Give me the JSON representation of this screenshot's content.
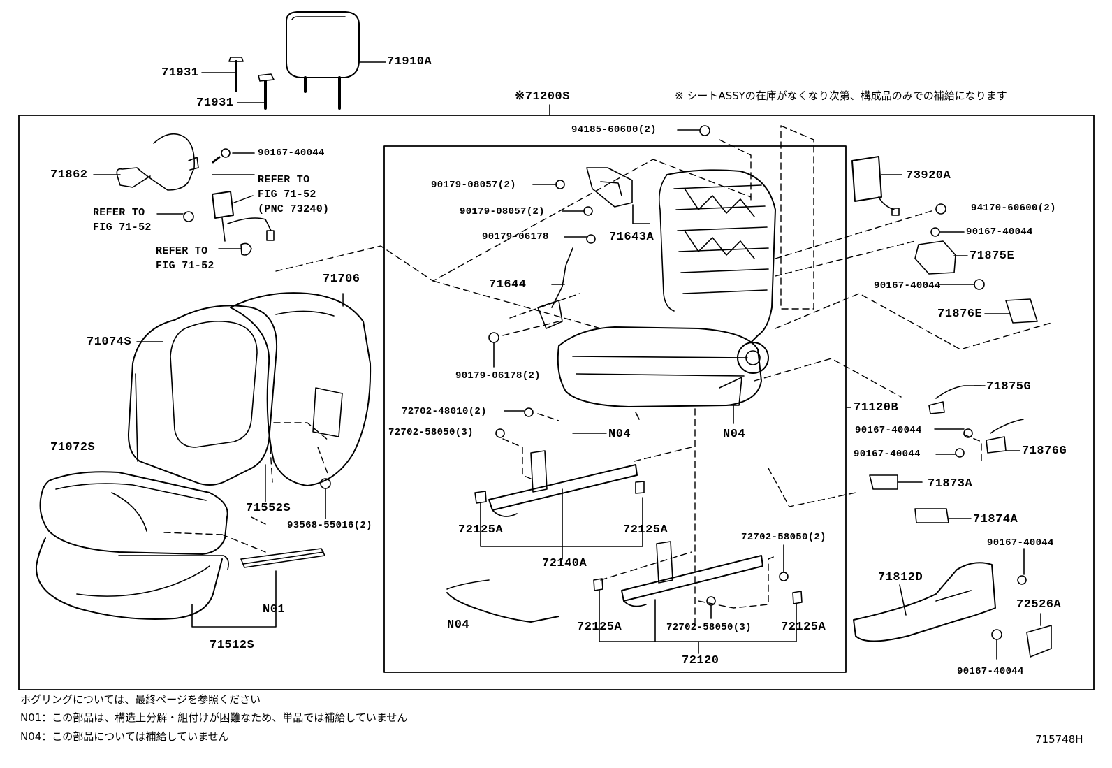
{
  "header": {
    "assembly": "※71200S",
    "supply_note": "※ シートASSYの在庫がなくなり次第、構成品のみでの補給になります"
  },
  "footer": {
    "note_hog": "ホグリングについては、最終ページを参照ください",
    "note_n01": "N01：この部品は、構造上分解・組付けが困難なため、単品では補給していません",
    "note_n04": "N04：この部品については補給していません",
    "figure_code": "715748H"
  },
  "labels": {
    "p71931a": "71931",
    "p71931b": "71931",
    "p71910A": "71910A",
    "p94185": "94185-60600(2)",
    "p71862": "71862",
    "p90167a": "90167-40044",
    "ref1_l1": "REFER TO",
    "ref1_l2": "FIG 71-52",
    "ref1_l3": "(PNC 73240)",
    "ref2_l1": "REFER TO",
    "ref2_l2": "FIG 71-52",
    "ref3_l1": "REFER TO",
    "ref3_l2": "FIG 71-52",
    "p90179_08057a": "90179-08057(2)",
    "p90179_08057b": "90179-08057(2)",
    "p90179_06178a": "90179-06178",
    "p71643A": "71643A",
    "p73920A": "73920A",
    "p94170": "94170-60600(2)",
    "p90167b": "90167-40044",
    "p71875E": "71875E",
    "p90167c": "90167-40044",
    "p71876E": "71876E",
    "p71706": "71706",
    "p71644": "71644",
    "p71074S": "71074S",
    "p90179_06178b": "90179-06178(2)",
    "p71875G": "71875G",
    "p71120B": "71120B",
    "p72702_48010": "72702-48010(2)",
    "p72702_58050a": "72702-58050(3)",
    "pN04a": "N04",
    "pN04b": "N04",
    "p90167d": "90167-40044",
    "p71876G": "71876G",
    "p90167e": "90167-40044",
    "p71072S": "71072S",
    "p71552S": "71552S",
    "p71873A": "71873A",
    "p93568": "93568-55016(2)",
    "p71874A": "71874A",
    "p72125A_1": "72125A",
    "p72125A_2": "72125A",
    "p72702_58050b": "72702-58050(2)",
    "p90167f": "90167-40044",
    "p72140A": "72140A",
    "p71812D": "71812D",
    "p72526A": "72526A",
    "pN01": "N01",
    "pN04c": "N04",
    "p72125A_3": "72125A",
    "p72702_58050c": "72702-58050(3)",
    "p72125A_4": "72125A",
    "p71512S": "71512S",
    "p72120": "72120",
    "p90167g": "90167-40044"
  }
}
